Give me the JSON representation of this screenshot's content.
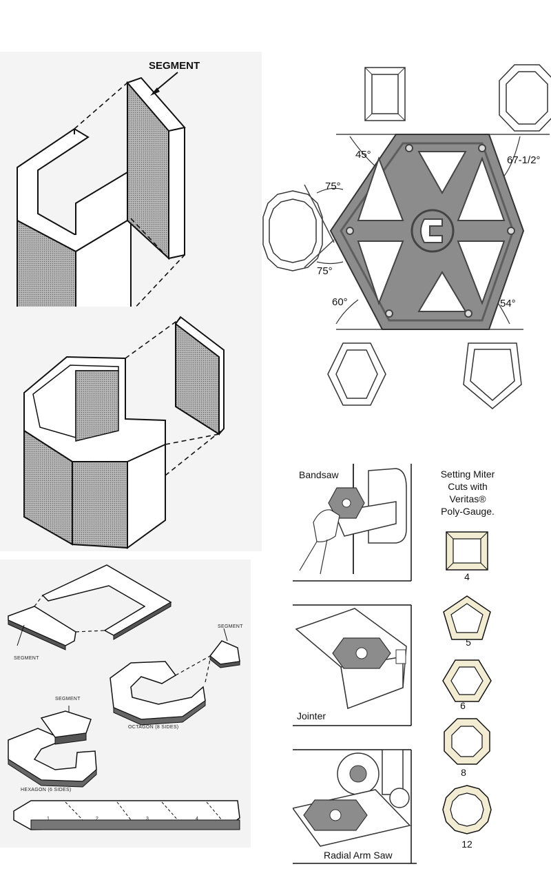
{
  "panels": {
    "top_left": {
      "segment_label": "SEGMENT"
    },
    "bottom_left": {
      "segment_label_top": "SEGMENT",
      "segment_label_left": "SEGMENT",
      "segment_label_hex": "SEGMENT",
      "octagon_label": "OCTAGON (8 SIDES)",
      "hexagon_label": "HEXAGON (6 SIDES)",
      "strip_numbers": [
        "1",
        "2",
        "3",
        "4"
      ]
    },
    "gauge": {
      "angles": {
        "top_left": "45°",
        "top_right": "67-1/2°",
        "left_upper": "75°",
        "left_lower": "75°",
        "bottom_left": "60°",
        "bottom_right": "54°"
      }
    },
    "tools": {
      "bandsaw": "Bandsaw",
      "jointer": "Jointer",
      "radial_arm_saw": "Radial Arm Saw"
    },
    "setting": {
      "lines": [
        "Setting Miter",
        "Cuts with",
        "Veritas®",
        "Poly-Gauge."
      ],
      "counts": [
        "4",
        "5",
        "6",
        "8",
        "12"
      ]
    }
  },
  "colors": {
    "line": "#111111",
    "shade": "#8a8a8a",
    "gauge_fill": "#8c8c8c",
    "gauge_dark": "#5e5e5e",
    "frame_fill": "#f2ecd3",
    "paper": "#f3f3f3"
  }
}
